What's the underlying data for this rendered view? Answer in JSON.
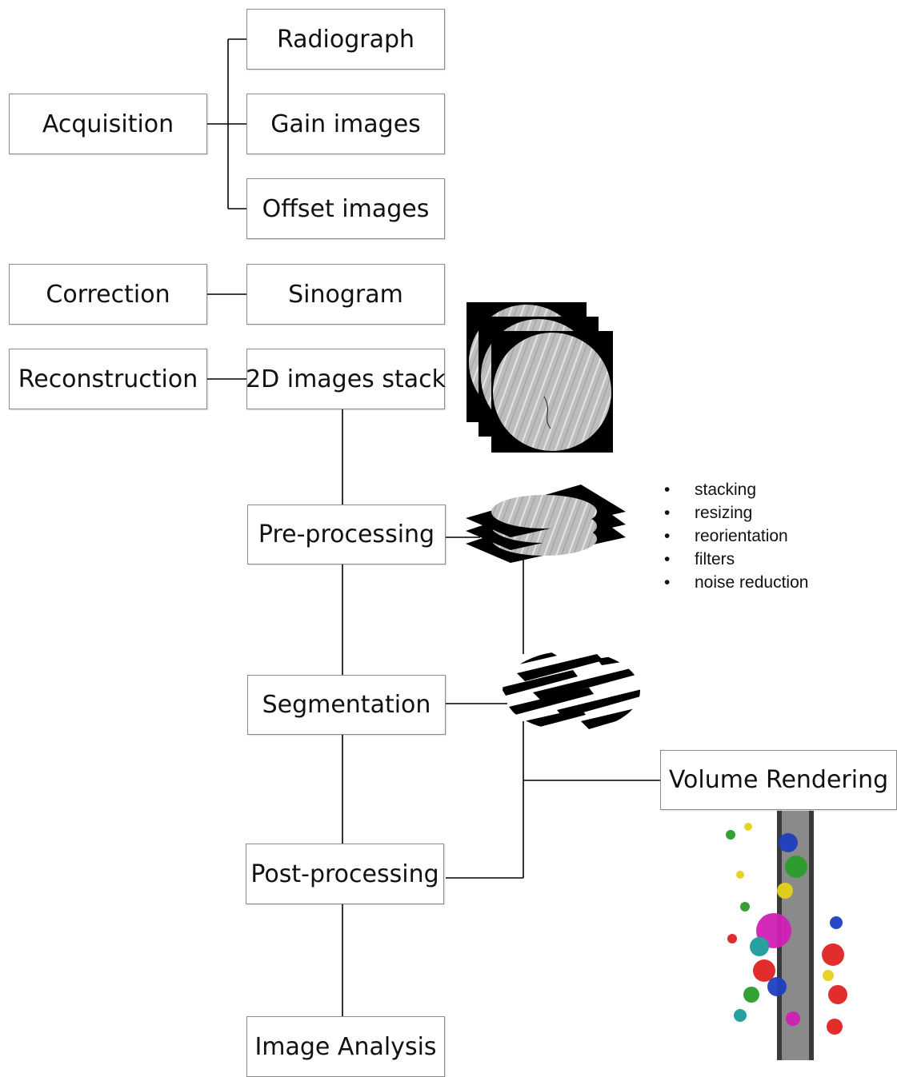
{
  "nodes": {
    "acquisition": "Acquisition",
    "radiograph": "Radiograph",
    "gain_images": "Gain images",
    "offset_images": "Offset images",
    "correction": "Correction",
    "sinogram": "Sinogram",
    "reconstruction": "Reconstruction",
    "stack_2d": "2D images stack",
    "pre_processing": "Pre-processing",
    "segmentation": "Segmentation",
    "volume_rendering": "Volume Rendering",
    "post_processing": "Post-processing",
    "image_analysis": "Image Analysis"
  },
  "preprocessing_steps": [
    "stacking",
    "resizing",
    "reorientation",
    "filters",
    "noise reduction"
  ],
  "colors": {
    "box_border": "#8c8c8c",
    "line": "#000000",
    "ct_gray": "#b9b9b9",
    "ct_frame": "#000000"
  },
  "illustrations": [
    "ct-slice-stack-image",
    "preprocessed-slices-image",
    "segmented-slice-image",
    "volume-rendering-image"
  ]
}
